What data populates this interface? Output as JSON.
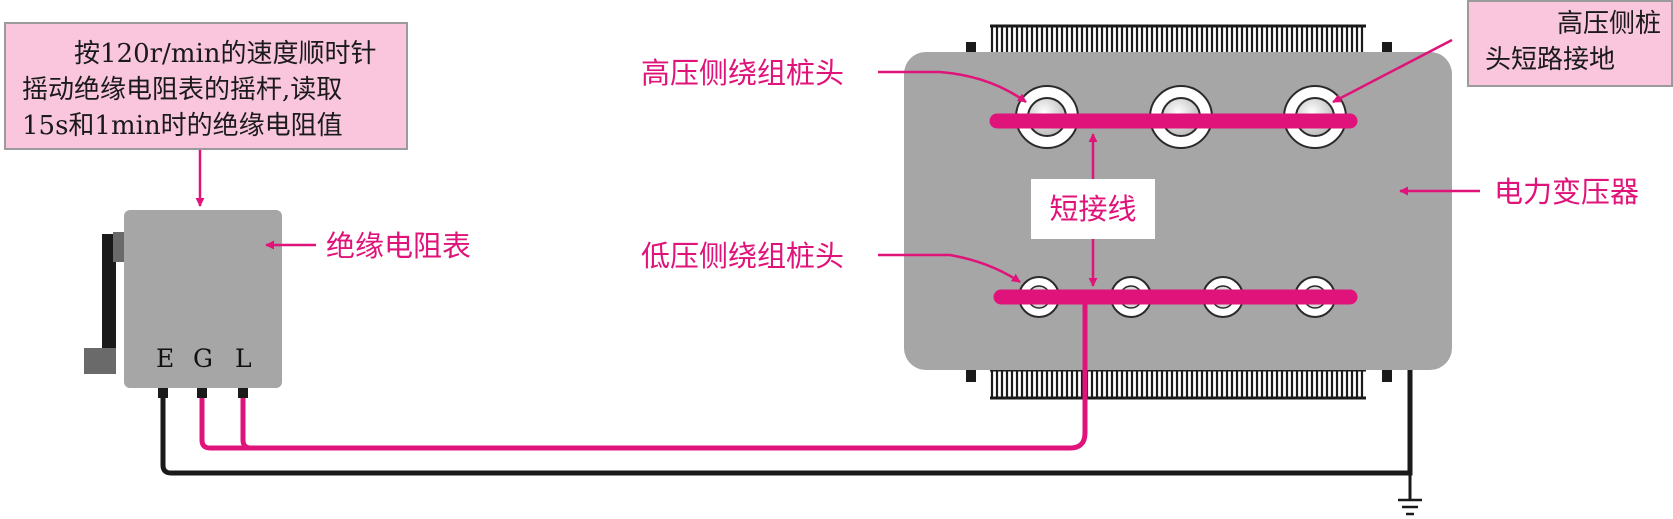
{
  "instruction_note": {
    "lines": [
      "按120r/min的速度顺时针",
      "摇动绝缘电阻表的摇杆,读取",
      "15s和1min时的绝缘电阻值"
    ]
  },
  "hv_grounding_note": {
    "lines": [
      "高压侧桩",
      "头短路接地"
    ]
  },
  "labels": {
    "hv_terminal": "高压侧绕组桩头",
    "lv_terminal": "低压侧绕组桩头",
    "short_wire": "短接线",
    "transformer": "电力变压器",
    "megger": "绝缘电阻表"
  },
  "terminals": {
    "e": "E",
    "g": "G",
    "l": "L"
  },
  "colors": {
    "accent": "#e0137a",
    "note_fill": "#f9c6dd",
    "device_gray": "#a6a6a6",
    "wire_black": "#1a1a1a"
  }
}
